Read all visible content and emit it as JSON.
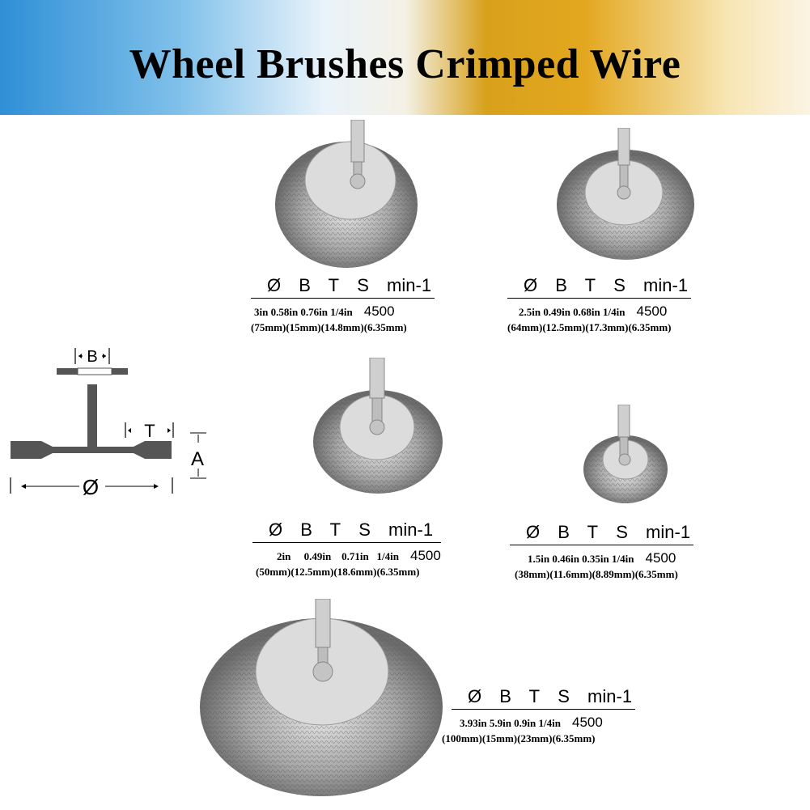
{
  "title": "Wheel Brushes Crimped Wire",
  "diagram": {
    "label_b": "B",
    "label_t": "T",
    "label_a": "A",
    "label_dia": "Ø"
  },
  "specs": [
    {
      "dia": "Ø",
      "b": "B",
      "t": "T",
      "s": "S",
      "rpm_label": "min-1",
      "row1": "3in  0.58in  0.76in  1/4in",
      "rpm": "4500",
      "row2": "(75mm)(15mm)(14.8mm)(6.35mm)"
    },
    {
      "dia": "Ø",
      "b": "B",
      "t": "T",
      "s": "S",
      "rpm_label": "min-1",
      "row1": "2.5in  0.49in  0.68in 1/4in",
      "rpm": "4500",
      "row2": "(64mm)(12.5mm)(17.3mm)(6.35mm)"
    },
    {
      "dia": "Ø",
      "b": "B",
      "t": "T",
      "s": "S",
      "rpm_label": "min-1",
      "row1": "2in     0.49in    0.71in   1/4in",
      "rpm": "4500",
      "row2": "(50mm)(12.5mm)(18.6mm)(6.35mm)"
    },
    {
      "dia": "Ø",
      "b": "B",
      "t": "T",
      "s": "S",
      "rpm_label": "min-1",
      "row1": "1.5in  0.46in  0.35in 1/4in",
      "rpm": "4500",
      "row2": "(38mm)(11.6mm)(8.89mm)(6.35mm)"
    },
    {
      "dia": "Ø",
      "b": "B",
      "t": "T",
      "s": "S",
      "rpm_label": "min-1",
      "row1": "3.93in  5.9in  0.9in 1/4in",
      "rpm": "4500",
      "row2": "(100mm)(15mm)(23mm)(6.35mm)"
    }
  ],
  "colors": {
    "wire": "#8a8a8a",
    "disc": "#d9d9d9",
    "shaft": "#c8c8c8",
    "diagram": "#555555"
  }
}
